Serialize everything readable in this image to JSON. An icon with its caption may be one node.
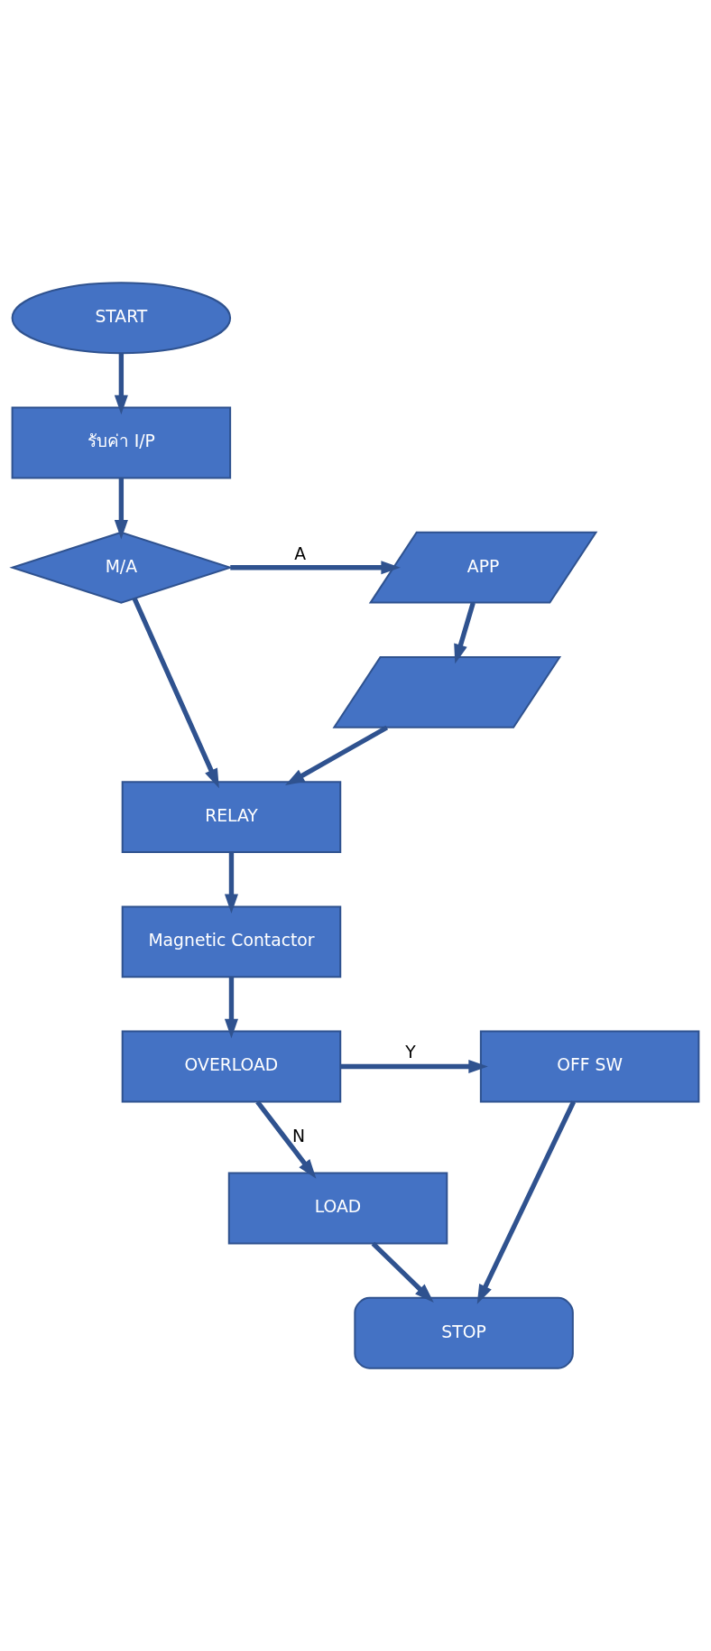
{
  "diagram": {
    "nodes": [
      {
        "text": [
          "START"
        ]
      },
      {
        "text": [
          "รับค่า I/P"
        ]
      },
      {
        "text": [
          "M/A"
        ]
      },
      {
        "text": [
          "APP"
        ]
      },
      {
        "text": [],
        "shape": "parallelogram"
      },
      {
        "text": [
          "RELAY"
        ]
      },
      {
        "text": [
          "Magnetic Contactor"
        ]
      },
      {
        "text": [
          "OVERLOAD"
        ]
      },
      {
        "text": [
          "OFF SW"
        ]
      },
      {
        "text": [
          "LOAD"
        ]
      },
      {
        "text": [
          "STOP"
        ]
      }
    ],
    "edges": [
      {
        "from": 0,
        "to": 1,
        "arrow": "to"
      },
      {
        "from": 1,
        "to": 2,
        "arrow": "to"
      },
      {
        "from": 2,
        "to": 3,
        "arrow": "to",
        "label": "A"
      },
      {
        "from": 2,
        "to": 5,
        "arrow": "to"
      },
      {
        "from": 3,
        "to": 4,
        "arrow": "to"
      },
      {
        "from": 4,
        "to": 5,
        "arrow": "to"
      },
      {
        "from": 5,
        "to": 6,
        "arrow": "to"
      },
      {
        "from": 6,
        "to": 7,
        "arrow": "to"
      },
      {
        "from": 7,
        "to": 8,
        "arrow": "to",
        "label": "Y"
      },
      {
        "from": 7,
        "to": 9,
        "arrow": "to",
        "label": "N"
      },
      {
        "from": 8,
        "to": 10,
        "arrow": "to"
      },
      {
        "from": 9,
        "to": 10,
        "arrow": "to"
      }
    ]
  }
}
